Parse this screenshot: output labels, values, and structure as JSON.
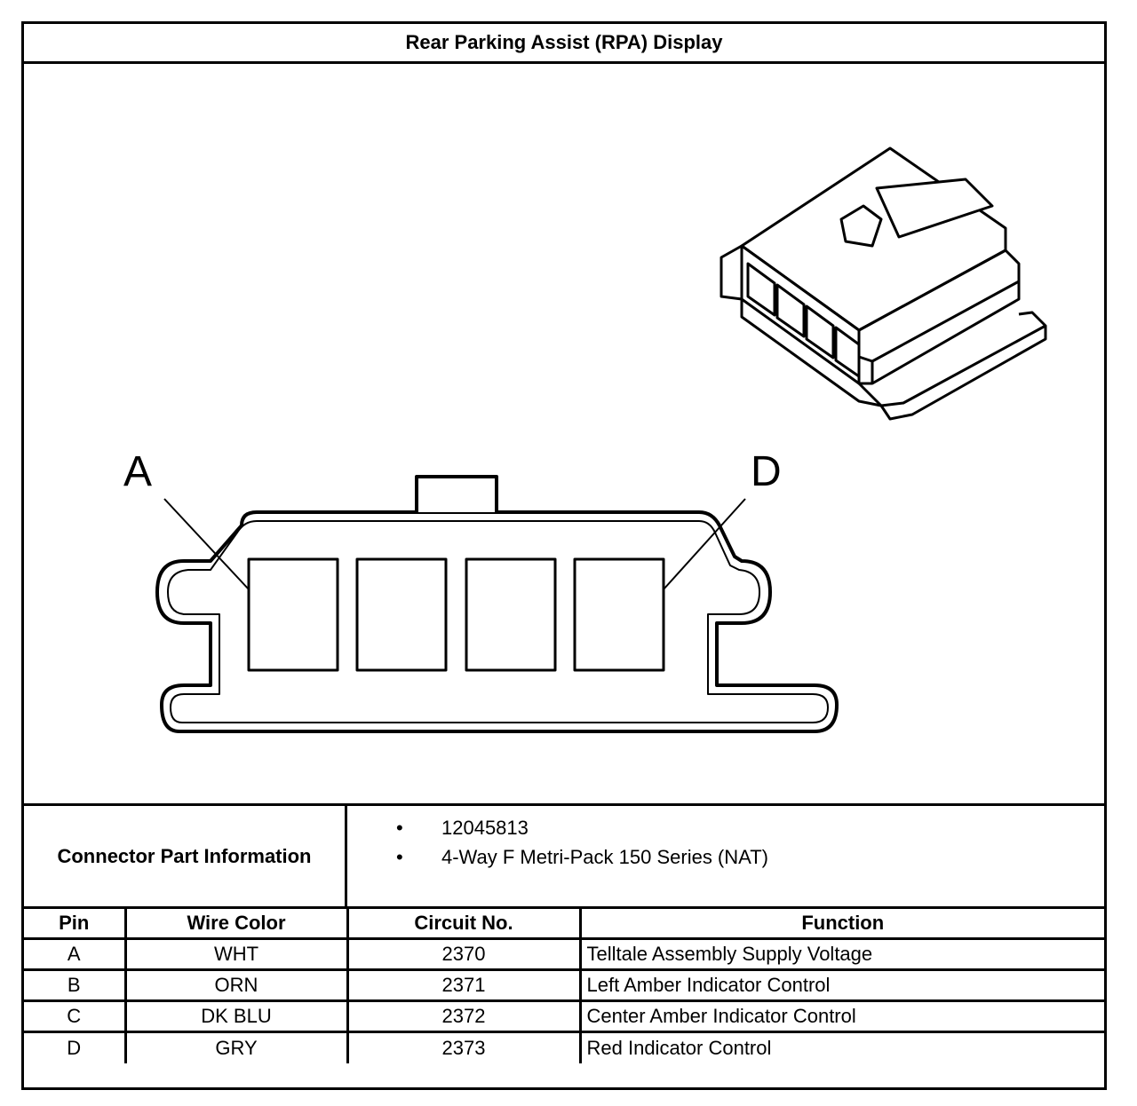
{
  "title": "Rear Parking Assist (RPA) Display",
  "diagram": {
    "label_left": "A",
    "label_right": "D",
    "icons": [
      "connector-face-outline",
      "connector-isometric-view"
    ]
  },
  "part_info": {
    "label": "Connector Part Information",
    "items": [
      "12045813",
      "4-Way F Metri-Pack 150 Series (NAT)"
    ],
    "bullet": "•"
  },
  "pin_table": {
    "headers": [
      "Pin",
      "Wire Color",
      "Circuit No.",
      "Function"
    ],
    "rows": [
      {
        "pin": "A",
        "wire_color": "WHT",
        "circuit": "2370",
        "function": "Telltale Assembly Supply Voltage"
      },
      {
        "pin": "B",
        "wire_color": "ORN",
        "circuit": "2371",
        "function": "Left Amber Indicator Control"
      },
      {
        "pin": "C",
        "wire_color": "DK BLU",
        "circuit": "2372",
        "function": "Center Amber Indicator Control"
      },
      {
        "pin": "D",
        "wire_color": "GRY",
        "circuit": "2373",
        "function": "Red Indicator Control"
      }
    ]
  }
}
